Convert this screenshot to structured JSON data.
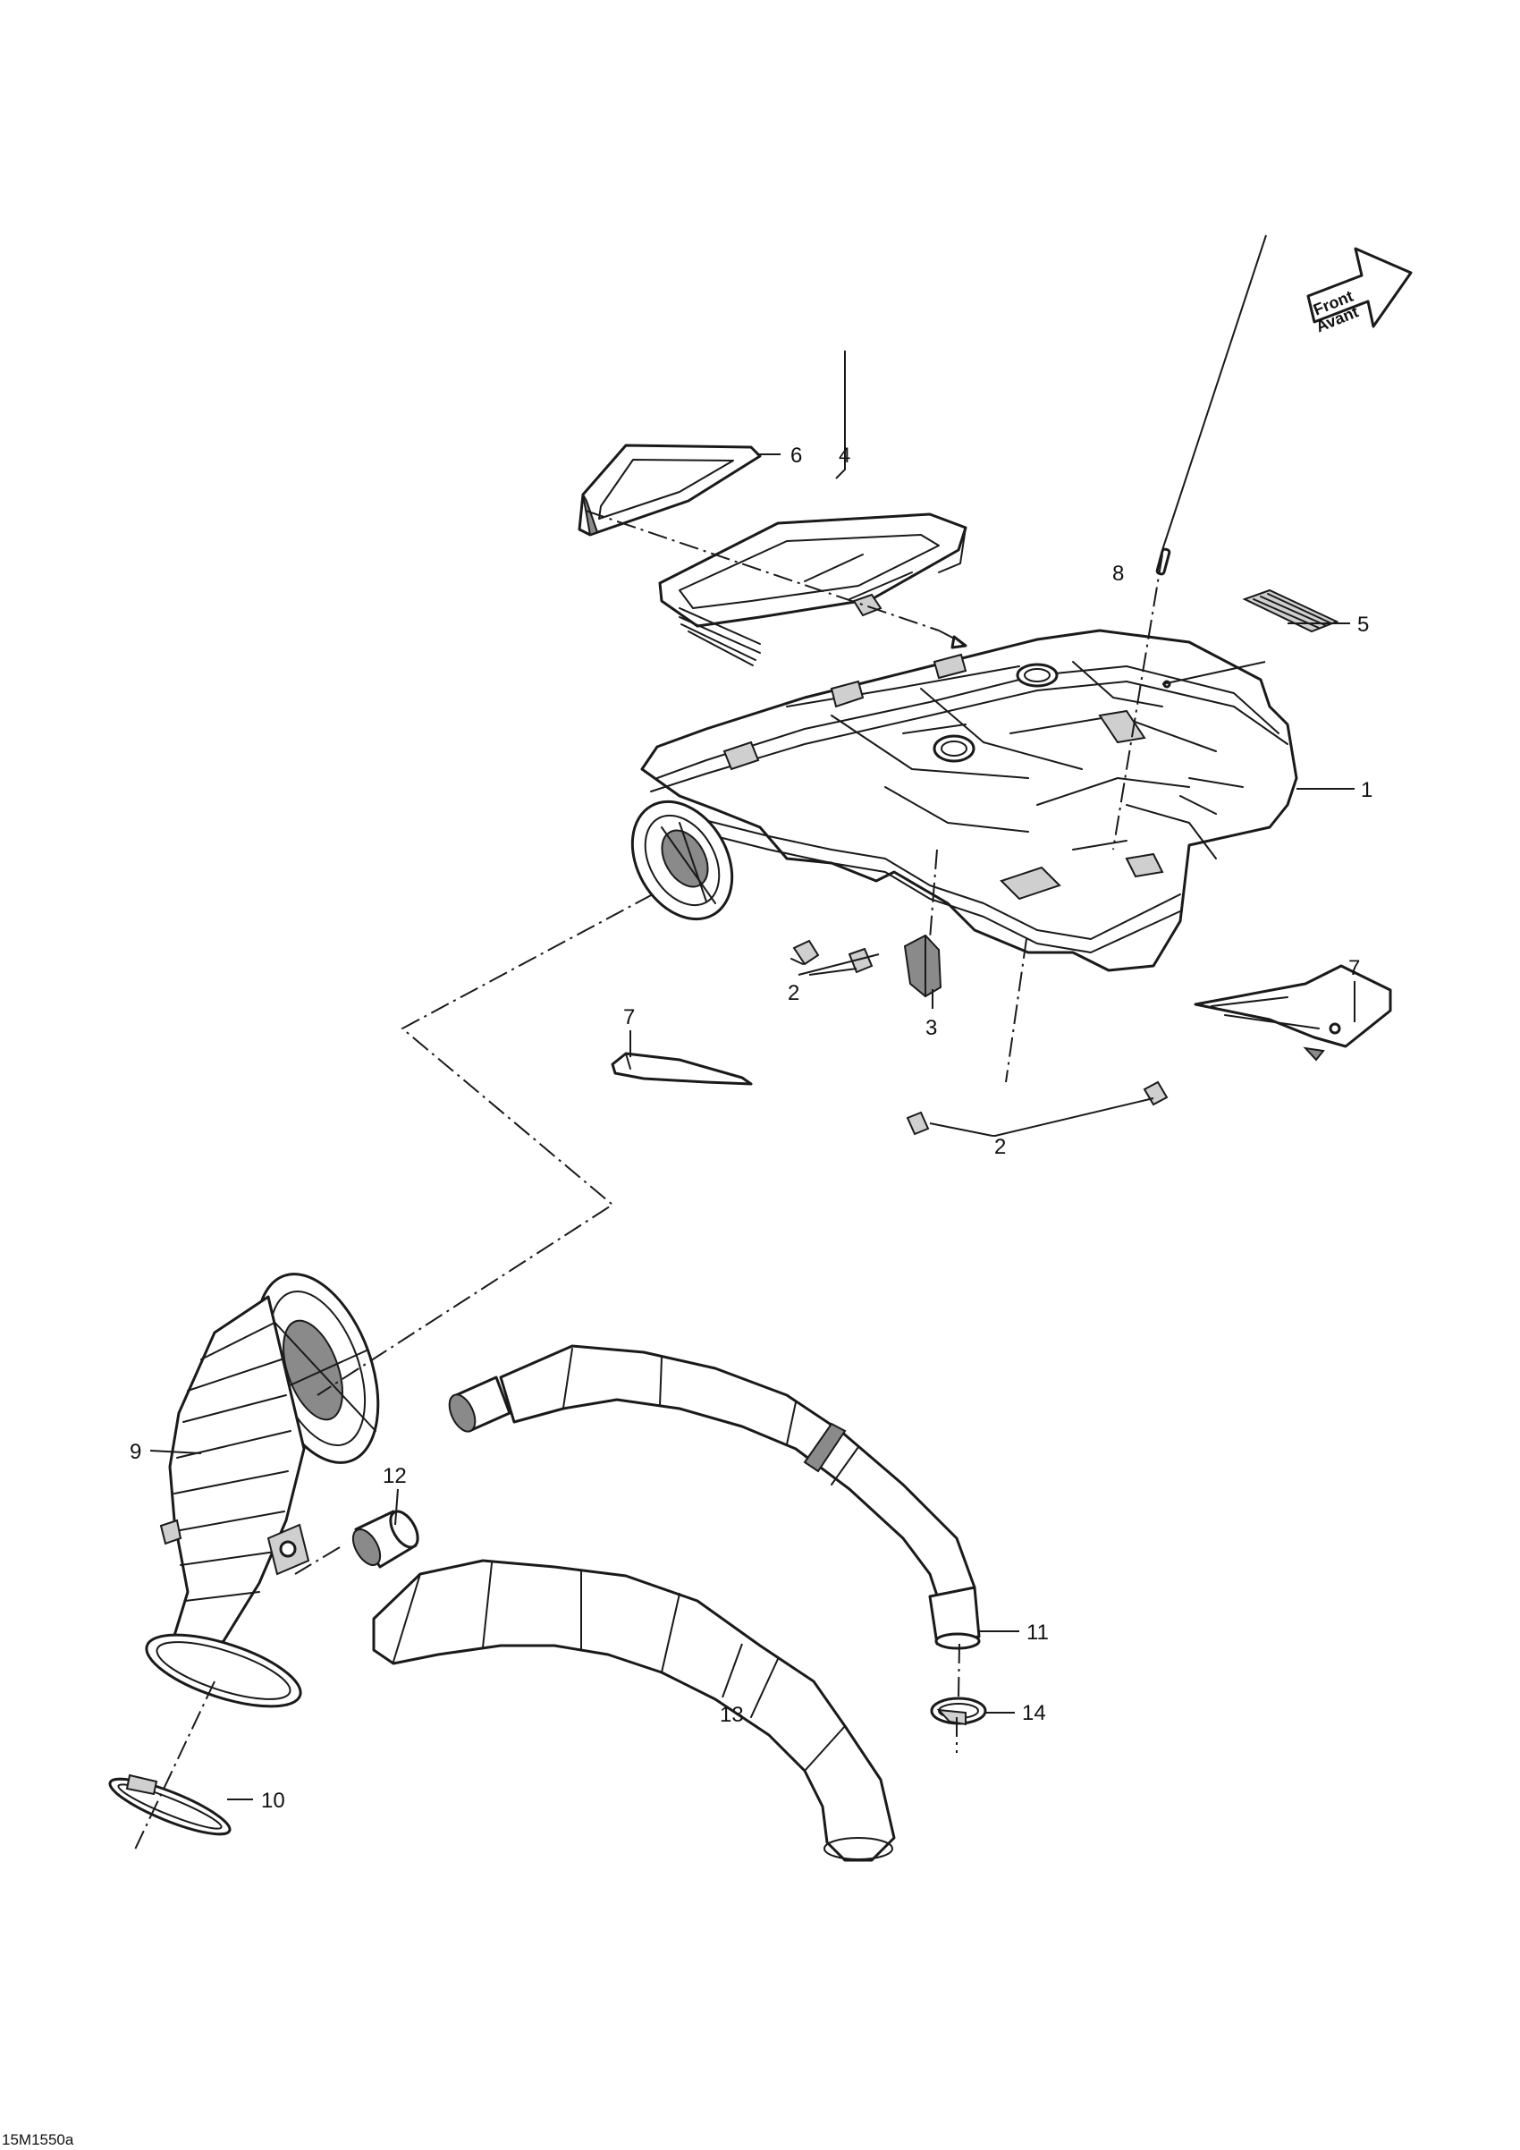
{
  "diagram": {
    "figure_code": "15M1550a",
    "direction_indicator": {
      "line_1": "Front",
      "line_2": "Avant"
    },
    "callouts": {
      "c1": "1",
      "c2a": "2",
      "c2b": "2",
      "c3": "3",
      "c4": "4",
      "c5": "5",
      "c6": "6",
      "c7a": "7",
      "c7b": "7",
      "c8": "8",
      "c9": "9",
      "c10": "10",
      "c11": "11",
      "c12": "12",
      "c13": "13",
      "c14": "14"
    },
    "colors": {
      "line": "#1a1a1a",
      "background": "#ffffff",
      "shade": "#8a8a8a"
    }
  }
}
